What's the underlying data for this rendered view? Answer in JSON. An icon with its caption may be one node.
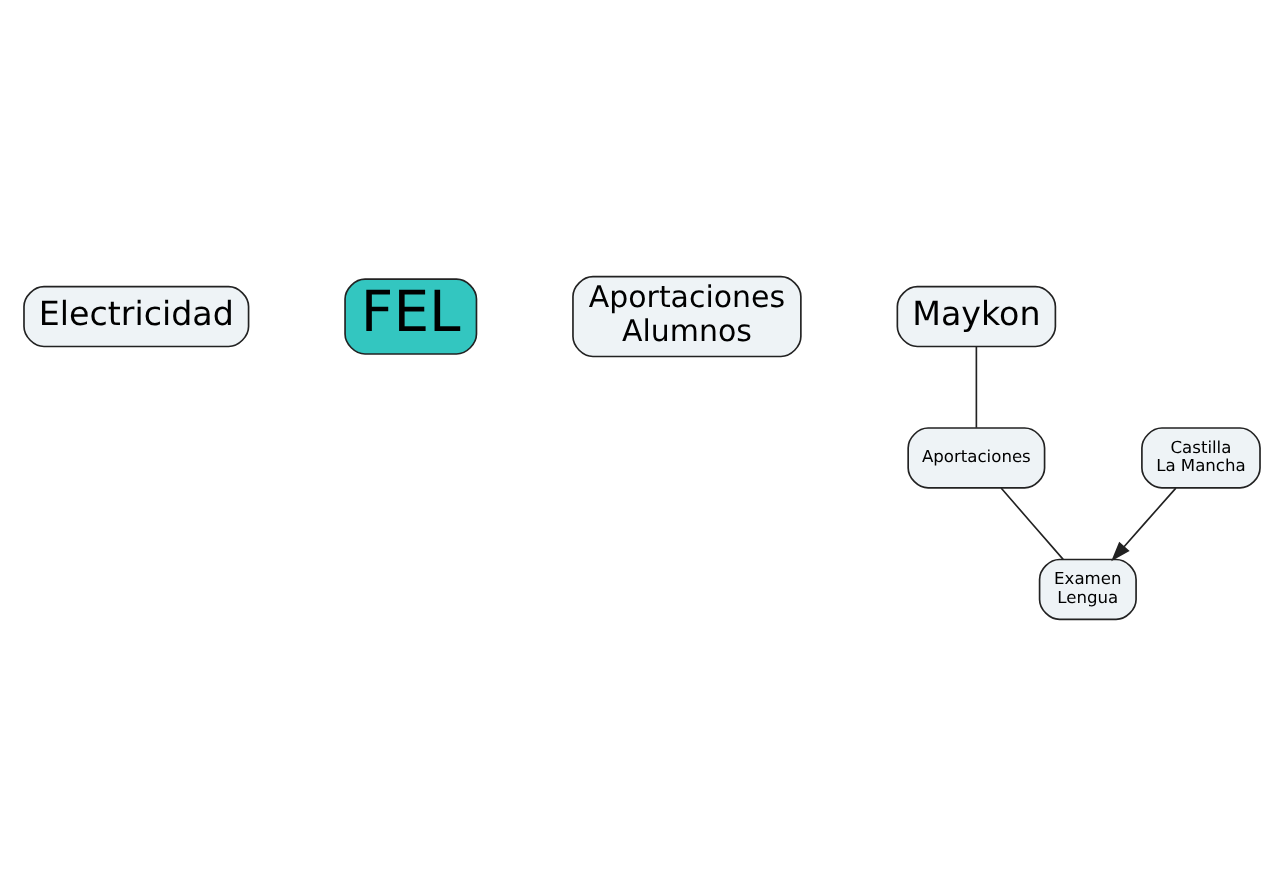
{
  "diagram": {
    "nodes": [
      {
        "text": [
          "Electricidad"
        ]
      },
      {
        "text": [
          "FEL"
        ]
      },
      {
        "text": [
          "Aportaciones Alumnos"
        ]
      },
      {
        "text": [
          "Maykon"
        ]
      },
      {
        "text": [
          "Aportaciones"
        ]
      },
      {
        "text": [
          "Examen Lengua"
        ]
      },
      {
        "text": [
          "Castilla La Mancha"
        ]
      }
    ],
    "edges": [
      {
        "from": 3,
        "to": 4,
        "arrow": "none"
      },
      {
        "from": 4,
        "to": 5,
        "arrow": "none"
      },
      {
        "from": 6,
        "to": 5,
        "arrow": "to"
      }
    ]
  }
}
